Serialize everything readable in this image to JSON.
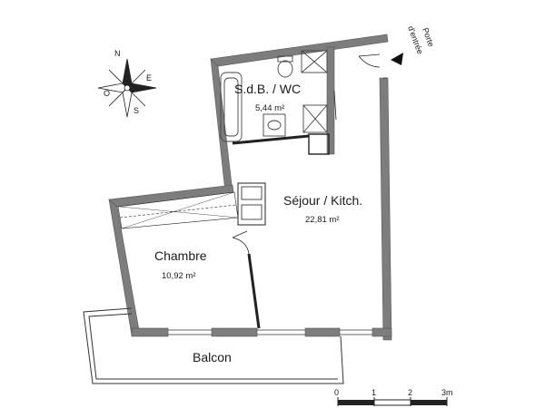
{
  "rooms": {
    "sdb_wc": {
      "name": "S.d.B. / WC",
      "area": "5,44 m²"
    },
    "sejour": {
      "name": "Séjour / Kitch.",
      "area": "22,81 m²"
    },
    "chambre": {
      "name": "Chambre",
      "area": "10,92 m²"
    },
    "balcon": {
      "name": "Balcon"
    }
  },
  "entrance": {
    "line1": "Porte",
    "line2": "d'entrée"
  },
  "compass": {
    "n": "N",
    "e": "E",
    "s": "S",
    "o": "O"
  },
  "scale": {
    "ticks": [
      "0",
      "1",
      "2",
      "3m"
    ]
  },
  "colors": {
    "wall": "#7d7d7d",
    "wall_edge": "#555555",
    "line": "#222222",
    "fixture": "#444444"
  }
}
